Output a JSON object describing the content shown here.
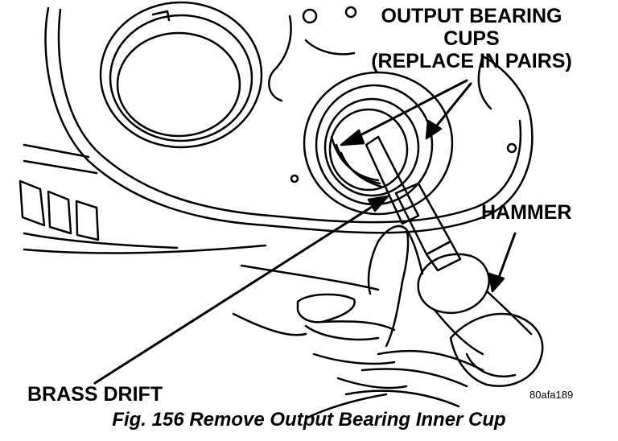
{
  "callouts": {
    "cups_line1": "OUTPUT BEARING",
    "cups_line2": "CUPS",
    "cups_line3": "(REPLACE IN PAIRS)",
    "hammer": "HAMMER",
    "brass_drift": "BRASS DRIFT"
  },
  "figure_code": "80afa189",
  "caption": "Fig. 156 Remove Output Bearing Inner Cup",
  "colors": {
    "ink": "#000000",
    "paper": "#ffffff"
  }
}
